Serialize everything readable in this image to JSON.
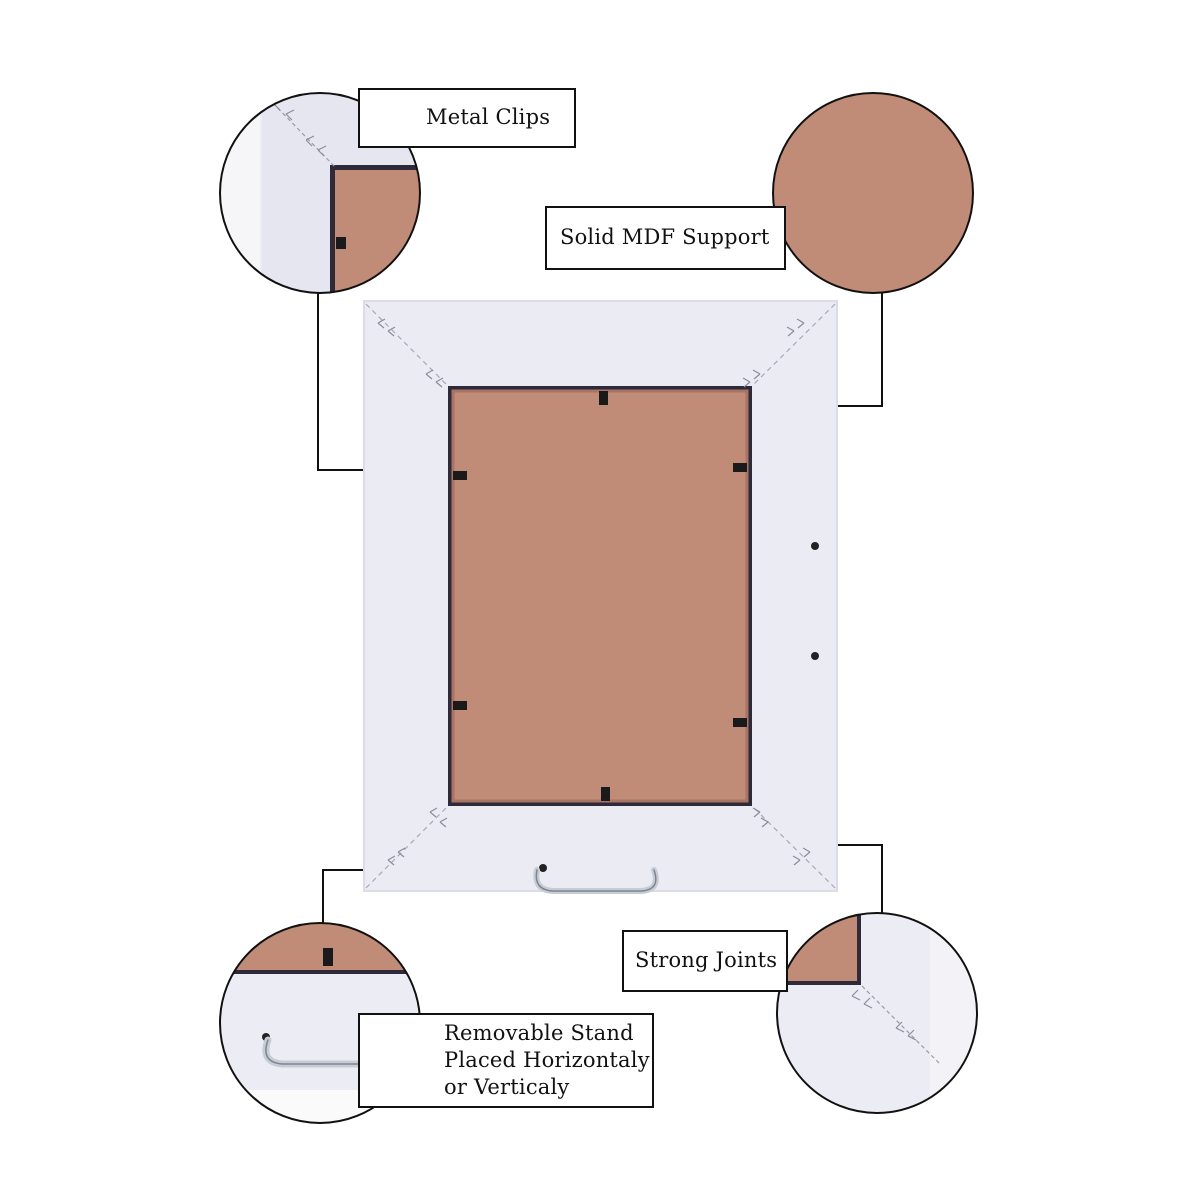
{
  "callouts": {
    "metal_clips": {
      "label": "Metal Clips"
    },
    "mdf_support": {
      "label": "Solid MDF Support"
    },
    "strong_joints": {
      "label": "Strong Joints"
    },
    "removable_stand": {
      "lines": [
        "Removable Stand",
        "Placed Horizontaly",
        "or Verticaly"
      ]
    }
  },
  "colors": {
    "frame": "#ebebf4",
    "frame_shadow": "#d7d7e4",
    "mdf": "#c08b77",
    "mdf_dark": "#8e5e4f",
    "clip": "#1a1a1a",
    "stand": "#c7ccd4",
    "line": "#111111"
  },
  "icons": [
    "magnifier-circle",
    "metal-clip",
    "wire-stand",
    "corner-joint-staple",
    "hanging-hole"
  ]
}
